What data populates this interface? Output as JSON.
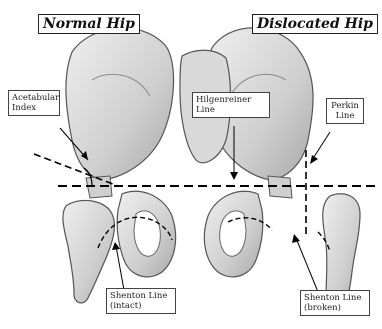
{
  "titles": {
    "normal": "Normal Hip",
    "dislocated": "Dislocated Hip"
  },
  "labels": {
    "acetabular_line1": "Acetabular",
    "acetabular_line2": "Index",
    "hilgenreiner_line1": "Hilgenreiner",
    "hilgenreiner_line2": "Line",
    "perkin_line1": "Perkin",
    "perkin_line2": "Line",
    "shenton_intact_line1": "Shenton Line",
    "shenton_intact_line2": "(intact)",
    "shenton_broken_line1": "Shenton Line",
    "shenton_broken_line2": "(broken)"
  }
}
